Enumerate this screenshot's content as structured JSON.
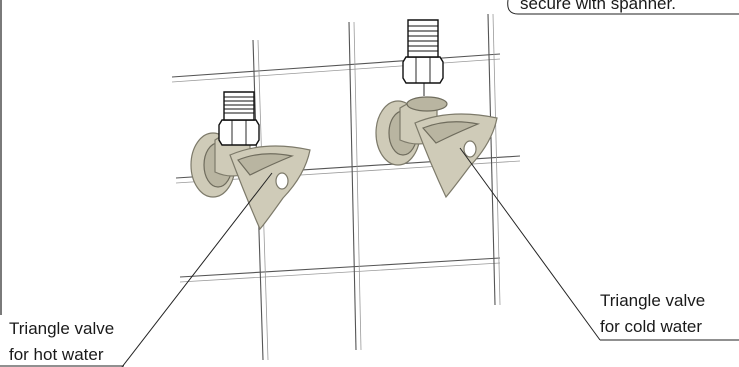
{
  "callouts": {
    "top_right_partial": "secure with spanner.",
    "hot_valve_line1": "Triangle valve",
    "hot_valve_line2": "for hot water",
    "cold_valve_line1": "Triangle valve",
    "cold_valve_line2": "for cold water"
  },
  "colors": {
    "valve_fill": "#cfcbb8",
    "valve_stroke": "#7d7a6a",
    "tile_lines": "#555555",
    "text": "#1a1a1a"
  },
  "icons": [
    "triangle-valve-icon",
    "hex-nut-icon",
    "threaded-fitting-icon"
  ]
}
